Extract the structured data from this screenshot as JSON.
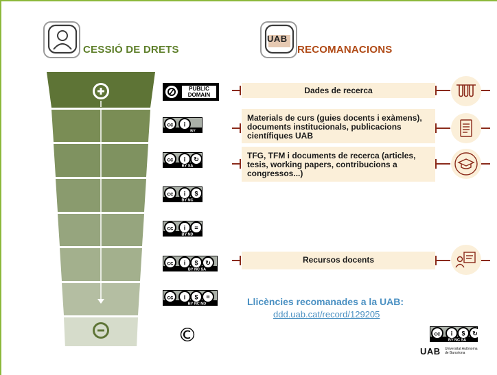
{
  "left_heading": "CESSIÓ DE DRETS",
  "right_heading": "RECOMANACIONS",
  "uab_logo_text": "UAB",
  "licenses": [
    {
      "id": "public-domain",
      "label": "PUBLIC DOMAIN",
      "parts": [
        "0"
      ]
    },
    {
      "id": "cc-by",
      "sub": "BY",
      "parts": [
        "cc",
        "by"
      ]
    },
    {
      "id": "cc-by-sa",
      "sub": "BY  SA",
      "parts": [
        "cc",
        "by",
        "sa"
      ]
    },
    {
      "id": "cc-by-nc",
      "sub": "BY  NC",
      "parts": [
        "cc",
        "by",
        "nc"
      ]
    },
    {
      "id": "cc-by-nd",
      "sub": "BY  ND",
      "parts": [
        "cc",
        "by",
        "nd"
      ]
    },
    {
      "id": "cc-by-nc-sa",
      "sub": "BY NC SA",
      "parts": [
        "cc",
        "by",
        "nc",
        "sa"
      ]
    },
    {
      "id": "cc-by-nc-nd",
      "sub": "BY NC ND",
      "parts": [
        "cc",
        "by",
        "nc",
        "nd"
      ]
    }
  ],
  "copyright_symbol": "©",
  "recommendations": [
    {
      "text": "Dades de recerca",
      "icon": "test-tubes-icon"
    },
    {
      "text": "Materials de curs (guies docents i exàmens), documents institucionals, publicacions científiques UAB",
      "icon": "document-icon"
    },
    {
      "text": "TFG, TFM i documents de recerca (articles, tesis, working papers, contribucions a congressos...)",
      "icon": "graduation-cap-icon"
    },
    {
      "text": "Recursos docents",
      "icon": "teacher-board-icon"
    }
  ],
  "recommended_title": "Llicències recomanades a la UAB:",
  "recommended_link": "ddd.uab.cat/record/129205",
  "footer_license_sub": "BY NC SA",
  "footer_uab": "UAB",
  "footer_uab_name_1": "Universitat Autònoma",
  "footer_uab_name_2": "de Barcelona",
  "colors": {
    "green": "#5e7f2a",
    "orange": "#b04a16",
    "bar": "#fbefd9",
    "link": "#4a90c2",
    "icon_line": "#8a2a1a"
  }
}
